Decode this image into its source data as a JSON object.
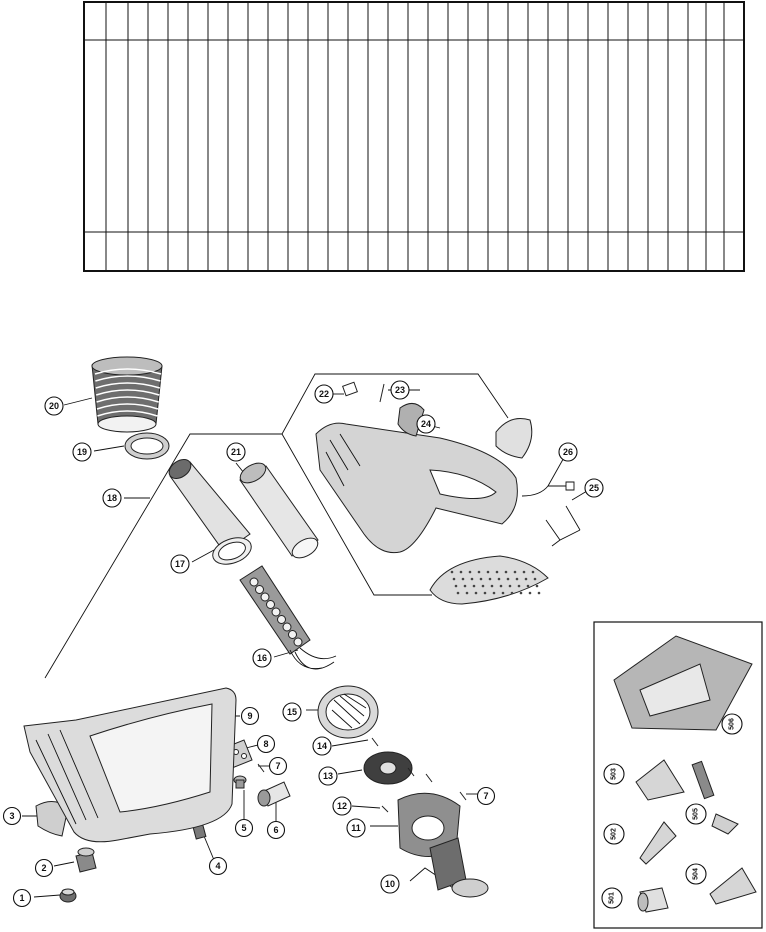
{
  "diagram": {
    "callouts": [
      {
        "id": "callout-1",
        "label": "1"
      },
      {
        "id": "callout-2",
        "label": "2"
      },
      {
        "id": "callout-3",
        "label": "3"
      },
      {
        "id": "callout-4",
        "label": "4"
      },
      {
        "id": "callout-5",
        "label": "5"
      },
      {
        "id": "callout-6",
        "label": "6"
      },
      {
        "id": "callout-7a",
        "label": "7"
      },
      {
        "id": "callout-7b",
        "label": "7"
      },
      {
        "id": "callout-8",
        "label": "8"
      },
      {
        "id": "callout-9",
        "label": "9"
      },
      {
        "id": "callout-10",
        "label": "10"
      },
      {
        "id": "callout-11",
        "label": "11"
      },
      {
        "id": "callout-12",
        "label": "12"
      },
      {
        "id": "callout-13",
        "label": "13"
      },
      {
        "id": "callout-14",
        "label": "14"
      },
      {
        "id": "callout-15",
        "label": "15"
      },
      {
        "id": "callout-16",
        "label": "16"
      },
      {
        "id": "callout-17",
        "label": "17"
      },
      {
        "id": "callout-18",
        "label": "18"
      },
      {
        "id": "callout-19",
        "label": "19"
      },
      {
        "id": "callout-20",
        "label": "20"
      },
      {
        "id": "callout-21",
        "label": "21"
      },
      {
        "id": "callout-22",
        "label": "22"
      },
      {
        "id": "callout-23",
        "label": "23"
      },
      {
        "id": "callout-24",
        "label": "24"
      },
      {
        "id": "callout-25",
        "label": "25"
      },
      {
        "id": "callout-26",
        "label": "26"
      },
      {
        "id": "callout-501",
        "label": "501"
      },
      {
        "id": "callout-502",
        "label": "502"
      },
      {
        "id": "callout-503",
        "label": "503"
      },
      {
        "id": "callout-504",
        "label": "504"
      },
      {
        "id": "callout-505",
        "label": "505"
      },
      {
        "id": "callout-506",
        "label": "506"
      }
    ]
  },
  "colors": {
    "ink": "#111111",
    "part_fill": "#d6d6d6",
    "part_dark": "#8c8c8c",
    "background": "#ffffff"
  }
}
